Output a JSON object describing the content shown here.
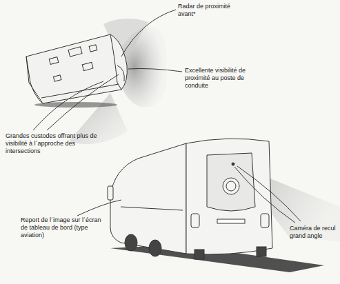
{
  "diagram": {
    "labels": [
      "Radar de proximité avant*",
      "Excellente visibilité de proximité au poste de conduite",
      "Grandes custodes offrant plus de visibilité à l´approche des intersections",
      "Report de l´image sur l´écran de tableau de bord (type aviation)",
      "Caméra de recul grand angle"
    ]
  }
}
